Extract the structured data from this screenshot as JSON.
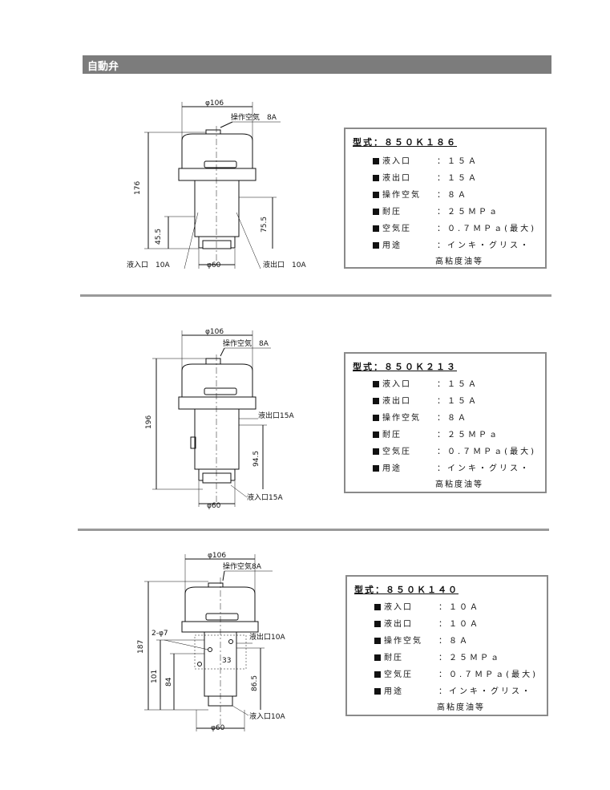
{
  "header": {
    "title": "自動弁"
  },
  "units": [
    {
      "model": "型式：８５０Ｋ１８６",
      "specs": [
        {
          "label": "液入口",
          "value": "：１５Ａ"
        },
        {
          "label": "液出口",
          "value": "：１５Ａ"
        },
        {
          "label": "操作空気",
          "value": "：８Ａ"
        },
        {
          "label": "耐圧",
          "value": "：２５ＭＰａ"
        },
        {
          "label": "空気圧",
          "value": "：０.７ＭＰａ(最大)"
        },
        {
          "label": "用途",
          "value": "：インキ・グリス・"
        }
      ],
      "note": "高粘度油等",
      "drawing": {
        "top_dia": "φ106",
        "air": "操作空気　8A",
        "height": "176",
        "h1": "45.5",
        "h2": "75.5",
        "inlet": "液入口　10A",
        "bottom_dia": "φ60",
        "outlet": "液出口　10A"
      }
    },
    {
      "model": "型式：８５０Ｋ２１３",
      "specs": [
        {
          "label": "液入口",
          "value": "：１５Ａ"
        },
        {
          "label": "液出口",
          "value": "：１５Ａ"
        },
        {
          "label": "操作空気",
          "value": "：８Ａ"
        },
        {
          "label": "耐圧",
          "value": "：２５ＭＰａ"
        },
        {
          "label": "空気圧",
          "value": "：０.７ＭＰａ(最大)"
        },
        {
          "label": "用途",
          "value": "：インキ・グリス・"
        }
      ],
      "note": "高粘度油等",
      "drawing": {
        "top_dia": "φ106",
        "air": "操作空気　8A",
        "height": "196",
        "h2": "94.5",
        "outlet": "液出口15A",
        "inlet": "液入口15A",
        "bottom_dia": "φ60"
      }
    },
    {
      "model": "型式：８５０Ｋ１４０",
      "specs": [
        {
          "label": "液入口",
          "value": "：１０Ａ"
        },
        {
          "label": "液出口",
          "value": "：１０Ａ"
        },
        {
          "label": "操作空気",
          "value": "：８Ａ"
        },
        {
          "label": "耐圧",
          "value": "：２５ＭＰａ"
        },
        {
          "label": "空気圧",
          "value": "：０.７ＭＰａ(最大)"
        },
        {
          "label": "用途",
          "value": "：インキ・グリス・"
        }
      ],
      "note": "高粘度油等",
      "drawing": {
        "top_dia": "φ106",
        "air": "操作空気8A",
        "holes": "2-φ7",
        "outlet": "液出口10A",
        "inner": "33",
        "height": "187",
        "h1": "101",
        "h0": "84",
        "h2": "86.5",
        "inlet": "液入口10A",
        "bottom_dia": "φ60"
      }
    }
  ]
}
